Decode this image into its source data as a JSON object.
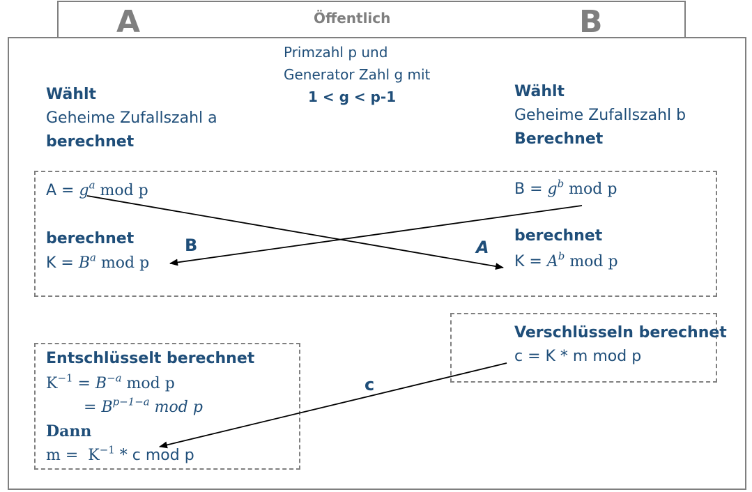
{
  "header": {
    "party_a": "A",
    "party_b": "B",
    "public_label": "Öffentlich"
  },
  "public_params": {
    "line1": "Primzahl p und",
    "line2": "Generator Zahl g mit",
    "condition": "1 < g < p-1"
  },
  "alice": {
    "choose": "Wählt",
    "secret": "Geheime Zufallszahl a",
    "compute": "berechnet",
    "public_prefix": "A = ",
    "public_base": "g",
    "public_exp": "a",
    "public_suffix": " mod p",
    "compute2": "berechnet",
    "key_prefix": "K = ",
    "key_base": "B",
    "key_exp": "a",
    "key_suffix": " mod p"
  },
  "bob": {
    "choose": "Wählt",
    "secret": "Geheime Zufallszahl b",
    "compute": "Berechnet",
    "public_prefix": "B = ",
    "public_base": "g",
    "public_exp": "b",
    "public_suffix": " mod p",
    "compute2": "berechnet",
    "key_prefix": "K = ",
    "key_base": "A",
    "key_exp": "b",
    "key_suffix": " mod p"
  },
  "arrows": {
    "to_alice": "B",
    "to_bob": "A",
    "cipher": "c"
  },
  "encrypt": {
    "title": "Verschlüsseln berechnet",
    "formula": "c = K * m mod p"
  },
  "decrypt": {
    "title": "Entschlüsselt berechnet",
    "line1_lhs": "K",
    "line1_lhs_exp": "−1",
    "line1_eq": " = ",
    "line1_base": "B",
    "line1_exp": "−a",
    "line1_suffix": " mod p",
    "line2_eq": "= ",
    "line2_base": "B",
    "line2_exp": "p−1−a",
    "line2_suffix": " mod p",
    "then": "Dann",
    "m_lhs": "m = ",
    "m_k": "K",
    "m_k_exp": "−1",
    "m_times": " * ",
    "m_rest": "c mod p"
  },
  "colors": {
    "text": "#1f4e79",
    "frame": "#7f7f7f",
    "arrow": "#000000"
  }
}
